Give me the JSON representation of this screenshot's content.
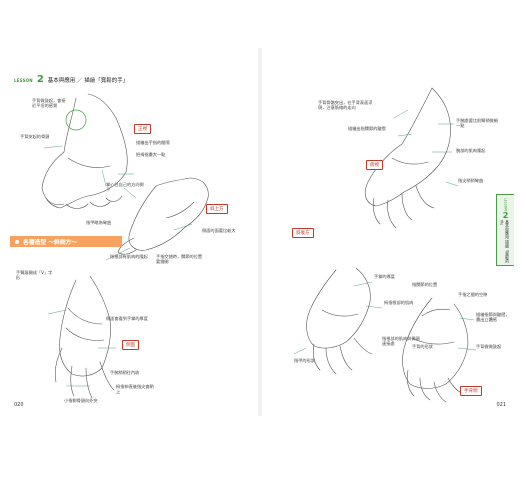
{
  "left_page": {
    "header": {
      "lesson": "LESSON",
      "num": "2",
      "title": "基本與應用 ／ 描繪「寬鬆的手」"
    },
    "section_title": "各種造型 ～斜側方～",
    "page_number": "020",
    "tags": [
      "正視",
      "斜上方",
      "側面"
    ],
    "labels": [
      "手背微鼓起，會接近平坦的感覺",
      "手背突起的骨頭",
      "描繪出手指的間隔",
      "把拇指畫大一點",
      "掌心往自己的方向倒下",
      "指甲略為彎曲",
      "側面的面要比較大",
      "手指交錯時，關節的位置要錯開",
      "手臂展開成「V」字形",
      "指根部有肌肉的隆起",
      "側面會看到手掌的厚度",
      "手腕稍稍往內收",
      "小指側骨頭向外突",
      "拇指伸直後指尖會朝上"
    ]
  },
  "right_page": {
    "page_number": "021",
    "side_tab": {
      "lesson": "LESSON",
      "num": "2",
      "title": "基本與應用 描繪「寬鬆的手」"
    },
    "tags": [
      "俯視",
      "斜後方",
      "手背側"
    ],
    "labels": [
      "手背骨骼突出，在手背表面浮現，注意筋絡的走向",
      "描繪出指關節的皺摺",
      "手腕處要比前臂稍微細一點",
      "腕部的肌肉隆起",
      "指尖稍稍彎曲",
      "手掌的厚度",
      "拇指根部的肌肉",
      "指甲的形狀",
      "指根部的肌肉與骨頭連接處",
      "描繪指節與皺摺，畫出立體感",
      "手背的形狀",
      "手背微微鼓起",
      "手指之間的空隙",
      "指關節的位置"
    ]
  },
  "colors": {
    "accent_green": "#3f9a3c",
    "banner_orange": "#f7a35f",
    "tag_red": "#c0392b",
    "leader_green": "#2e8b57"
  }
}
